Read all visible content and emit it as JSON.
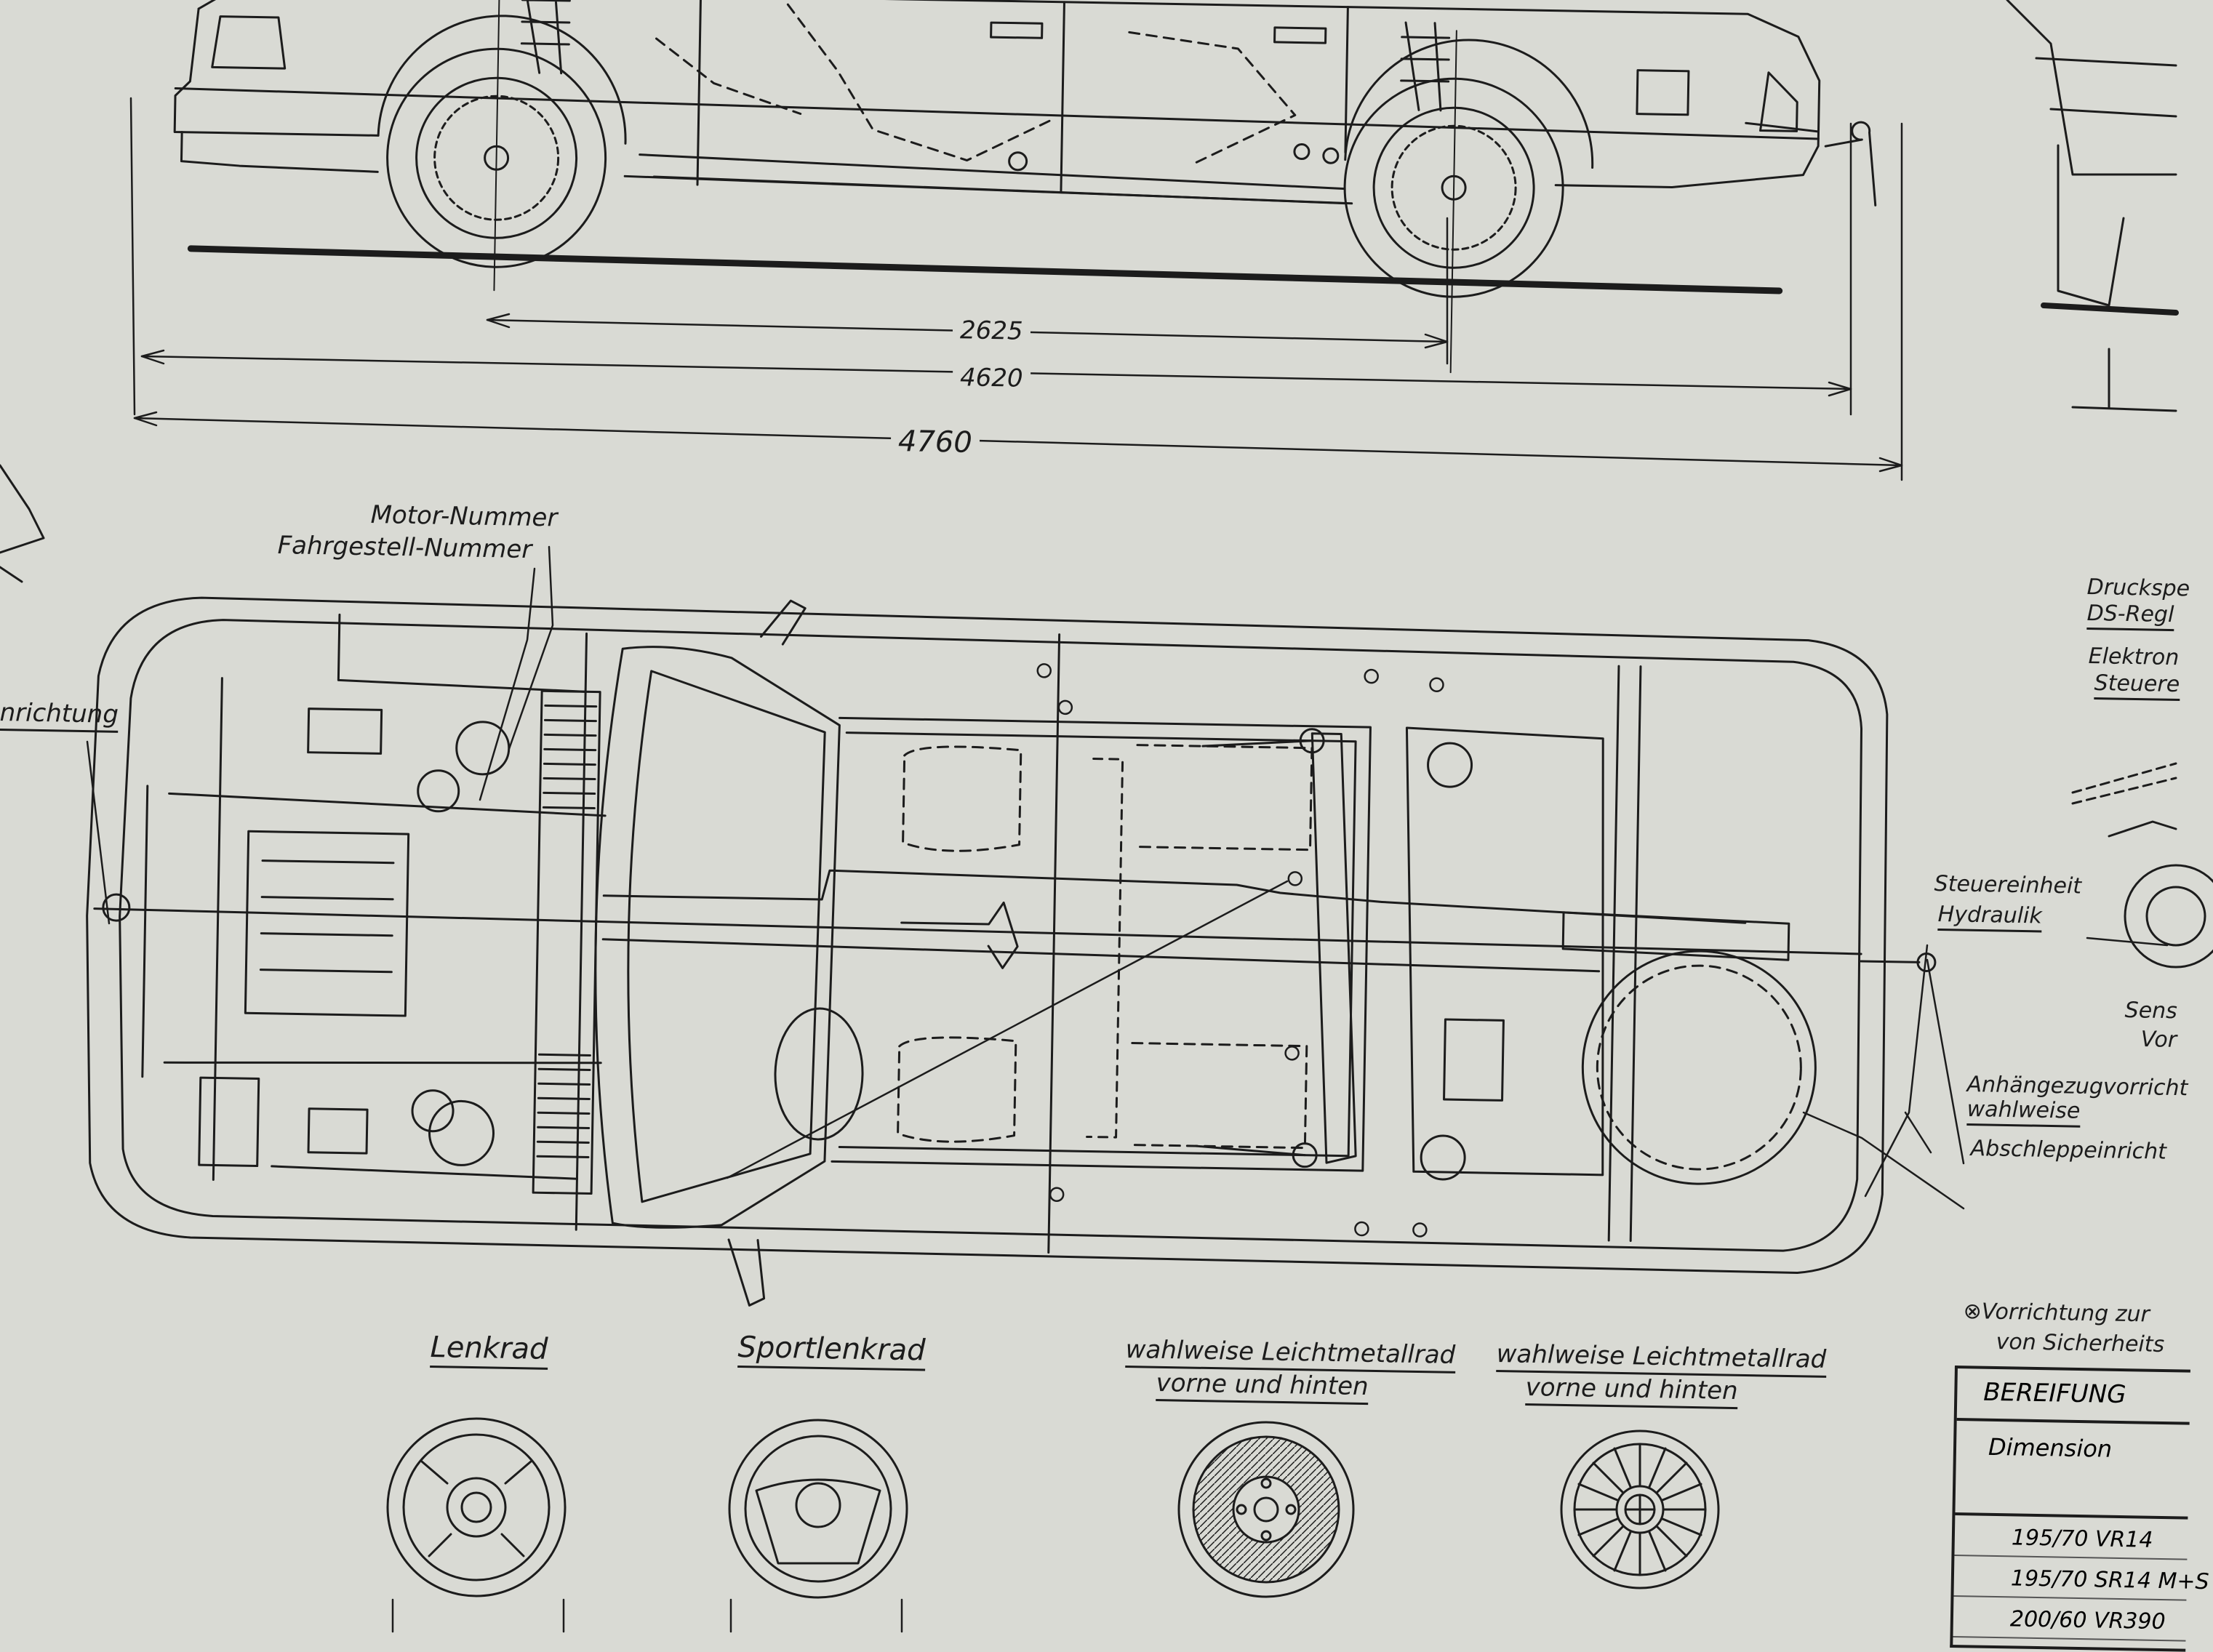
{
  "dimensions": {
    "wheelbase": "2625",
    "length_a": "4620",
    "length_b": "4760"
  },
  "labels": {
    "motor_nummer": "Motor-Nummer",
    "fahrgestell_nummer": "Fahrgestell-Nummer",
    "left_partial": "nrichtung",
    "druckspeicher": "Druckspe",
    "ds_regler": "DS-Regl",
    "elektronik": "Elektron",
    "steuer": "Steuere",
    "steuereinheit": "Steuereinheit",
    "hydraulik": "Hydraulik",
    "sensor": "Sens",
    "vorne_partial": "Vor",
    "anhaenge": "Anhängezugvorricht",
    "wahlweise": "wahlweise",
    "abschlepp": "Abschleppeinricht",
    "vorrichtung_line1": "⊗Vorrichtung zur",
    "vorrichtung_line2": "von Sicherheits"
  },
  "options": {
    "lenkrad": "Lenkrad",
    "sportlenkrad": "Sportlenkrad",
    "alloy1_line1": "wahlweise  Leichtmetallrad",
    "alloy1_line2": "vorne  und  hinten",
    "alloy2_line1": "wahlweise  Leichtmetallrad",
    "alloy2_line2": "vorne  und  hinten"
  },
  "tire_table": {
    "title": "BEREIFUNG",
    "col_dimension": "Dimension",
    "rows": [
      "195/70 VR14",
      "195/70 SR14 M+S",
      "200/60  VR390"
    ]
  },
  "colors": {
    "paper": "#d9dad4",
    "ink": "#1c1c1c"
  }
}
